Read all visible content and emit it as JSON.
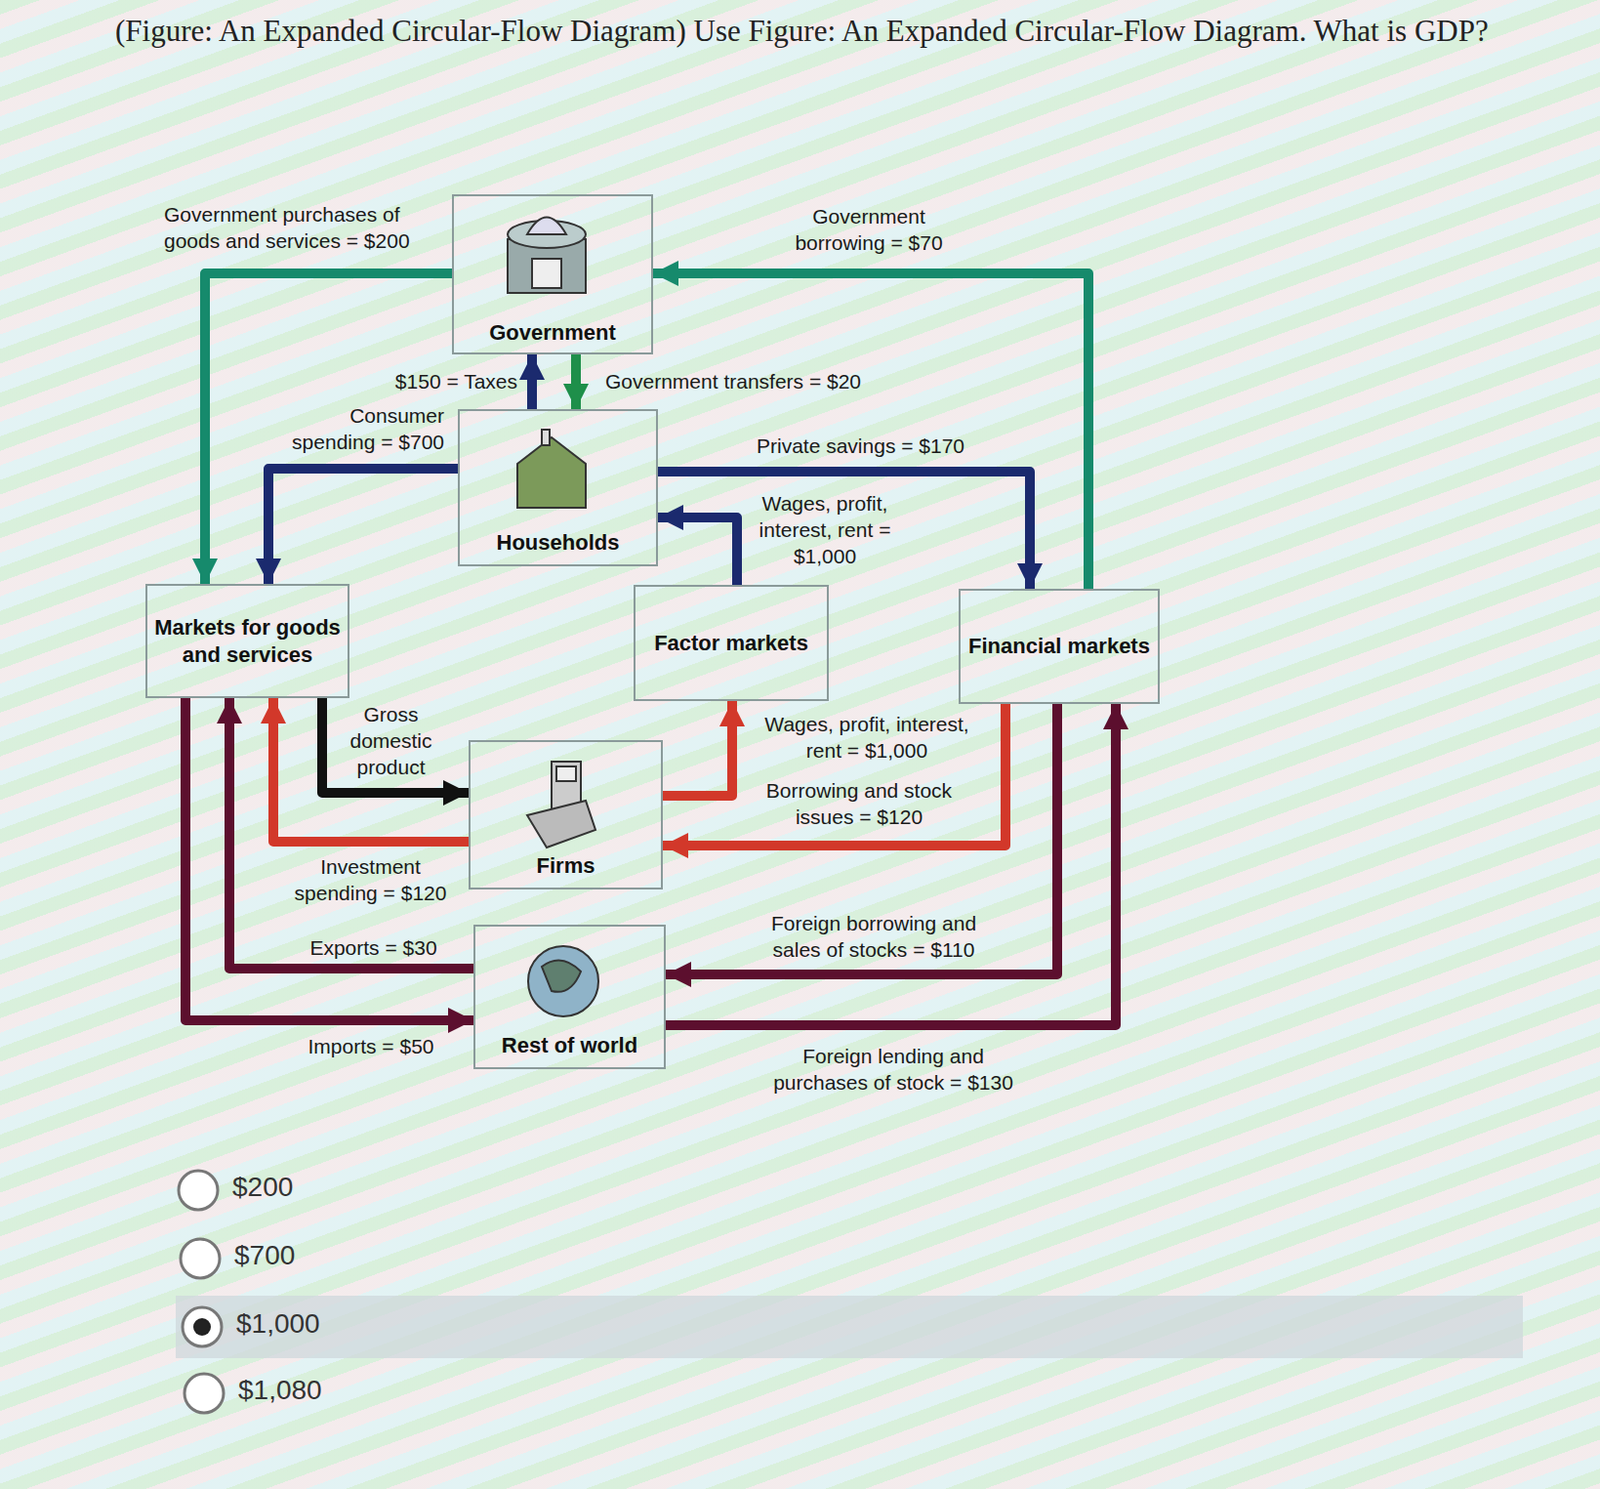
{
  "diagram": {
    "title": "(Figure: An Expanded Circular-Flow Diagram) Use Figure: An Expanded Circular-Flow Diagram. What is GDP?",
    "nodes": [
      {
        "text": [
          "Government"
        ]
      },
      {
        "text": [
          "Households"
        ]
      },
      {
        "text": [
          "Markets for goods and services"
        ]
      },
      {
        "text": [
          "Factor markets"
        ]
      },
      {
        "text": [
          "Financial markets"
        ]
      },
      {
        "text": [
          "Firms"
        ]
      },
      {
        "text": [
          "Rest of world"
        ]
      }
    ],
    "edges": [
      {
        "from": 0,
        "to": 2,
        "arrow": "to",
        "label": "Government purchases of goods and services = $200"
      },
      {
        "from": 1,
        "to": 0,
        "arrow": "to",
        "label": "$150 = Taxes"
      },
      {
        "from": 0,
        "to": 1,
        "arrow": "to",
        "label": "Government transfers = $20"
      },
      {
        "from": 1,
        "to": 2,
        "arrow": "to",
        "label": "Consumer spending = $700"
      },
      {
        "from": 1,
        "to": 4,
        "arrow": "to",
        "label": "Private savings = $170"
      },
      {
        "from": 3,
        "to": 1,
        "arrow": "to",
        "label": "Wages, profit, interest, rent = $1,000"
      },
      {
        "from": 4,
        "to": 0,
        "arrow": "to",
        "label": "Government borrowing = $70"
      },
      {
        "from": 2,
        "to": 5,
        "arrow": "to",
        "label": "Gross domestic product"
      },
      {
        "from": 5,
        "to": 2,
        "arrow": "to",
        "label": "Investment spending = $120"
      },
      {
        "from": 6,
        "to": 2,
        "arrow": "to",
        "label": "Exports = $30"
      },
      {
        "from": 2,
        "to": 6,
        "arrow": "to",
        "label": "Imports = $50"
      },
      {
        "from": 5,
        "to": 3,
        "arrow": "to",
        "label": "Wages, profit, interest, rent = $1,000"
      },
      {
        "from": 4,
        "to": 5,
        "arrow": "to",
        "label": "Borrowing and stock issues = $120"
      },
      {
        "from": 4,
        "to": 6,
        "arrow": "to",
        "label": "Foreign borrowing and sales of stocks = $110"
      },
      {
        "from": 6,
        "to": 4,
        "arrow": "to",
        "label": "Foreign lending and purchases of stock = $130"
      }
    ],
    "labels": [
      "$200",
      "$700",
      "$1,000",
      "$1,080"
    ]
  }
}
